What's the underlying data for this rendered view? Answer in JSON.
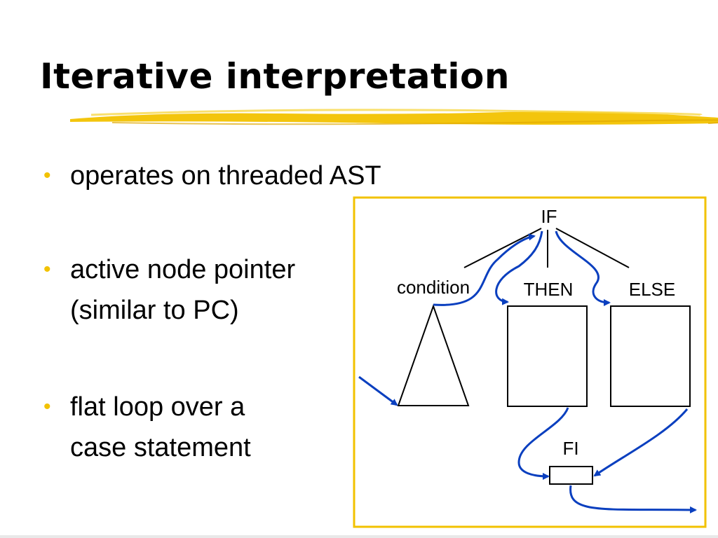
{
  "slide": {
    "title": "Iterative interpretation",
    "bullets": [
      {
        "lines": [
          "operates on threaded AST"
        ]
      },
      {
        "lines": [
          "active node pointer",
          "(similar to PC)"
        ]
      },
      {
        "lines": [
          "flat loop over a",
          "case statement"
        ]
      }
    ]
  },
  "diagram": {
    "labels": {
      "if": "IF",
      "condition": "condition",
      "then": "THEN",
      "else": "ELSE",
      "fi": "FI"
    }
  },
  "colors": {
    "accent": "#f2c200",
    "frame": "#f2c200",
    "thread": "#0a3fbf",
    "text": "#000000"
  }
}
